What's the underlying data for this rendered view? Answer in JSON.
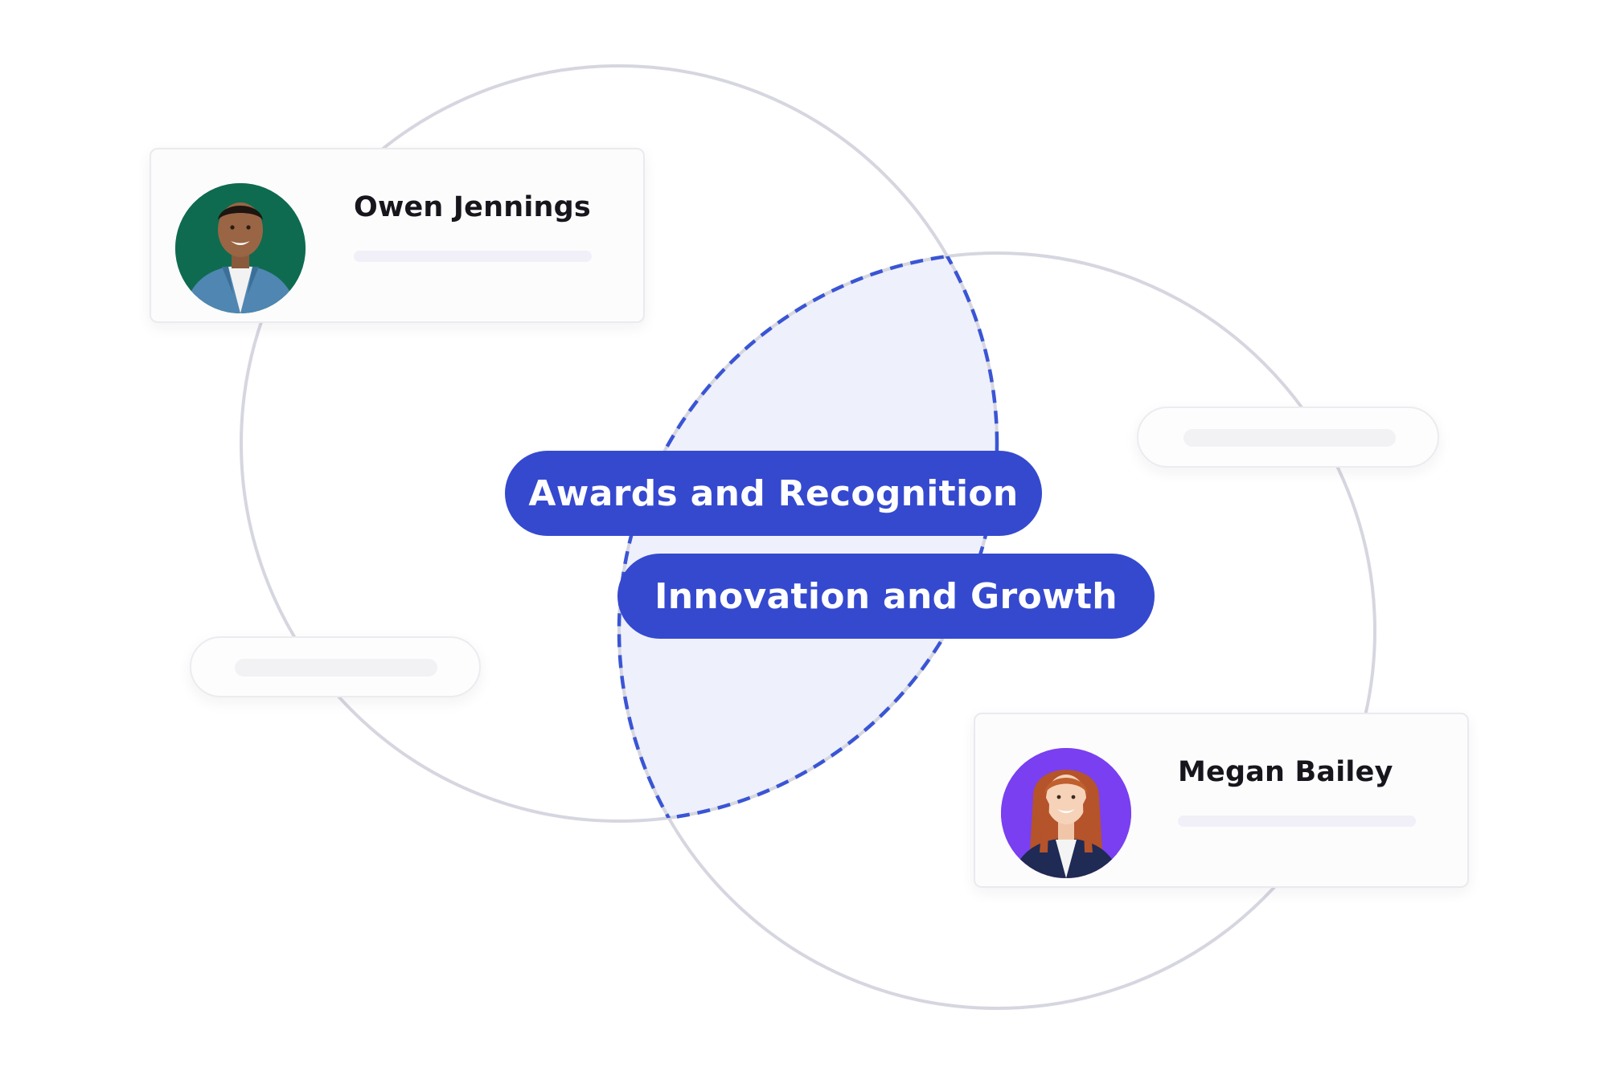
{
  "tags": {
    "awards": "Awards and Recognition",
    "innovation": "Innovation and Growth"
  },
  "people": {
    "owen": {
      "name": "Owen Jennings",
      "avatar_icon": "person-avatar-icon",
      "avatar_bg": "#0e6b4f"
    },
    "megan": {
      "name": "Megan Bailey",
      "avatar_icon": "person-avatar-icon",
      "avatar_bg": "#7a3ff0"
    }
  },
  "colors": {
    "accent": "#3549cf",
    "circle_stroke": "#d6d6e0",
    "intersection_fill": "#eef0fc",
    "intersection_stroke": "#3a55d4"
  }
}
